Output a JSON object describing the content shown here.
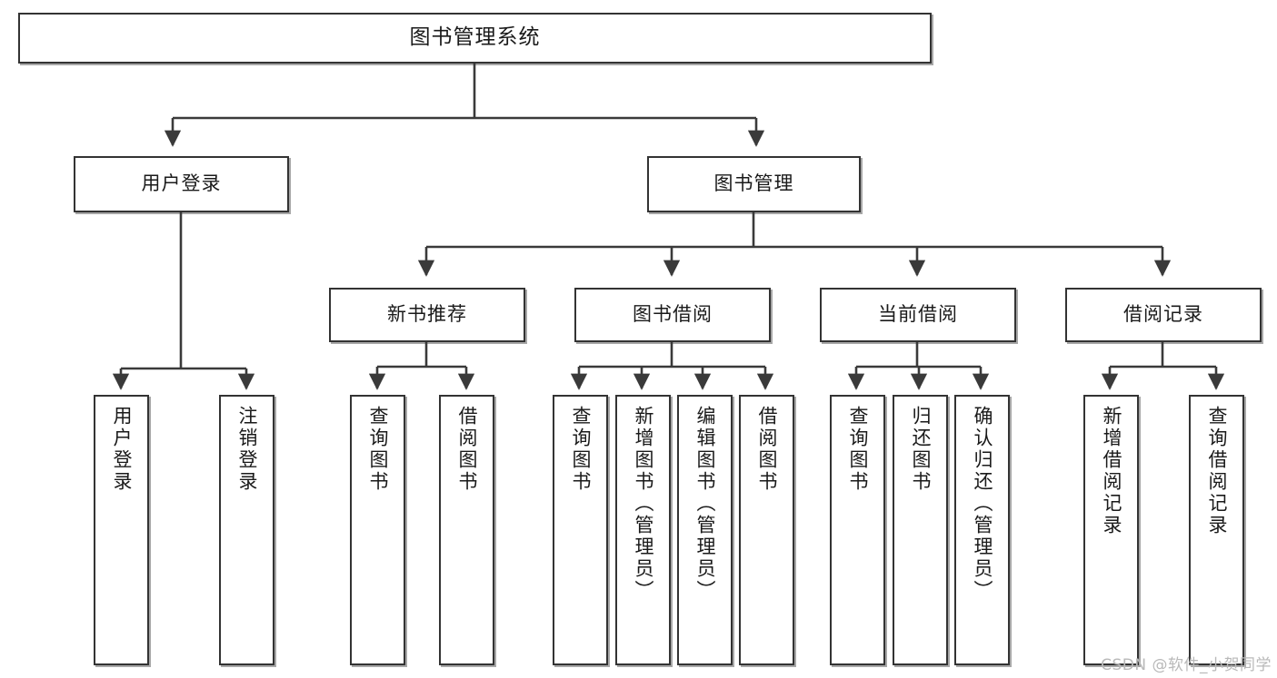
{
  "diagram": {
    "type": "hierarchy-flowchart",
    "title": "图书管理系统",
    "watermark": "CSDN @软件_小贺同学",
    "colors": {
      "box_border": "#333333",
      "box_fill": "#ffffff",
      "connector": "#3a3a3a",
      "text": "#1a1a1a",
      "watermark": "#b9b9b9"
    },
    "levels": {
      "level1": [
        "图书管理系统"
      ],
      "level2": [
        "用户登录",
        "图书管理"
      ],
      "level3": [
        "新书推荐",
        "图书借阅",
        "当前借阅",
        "借阅记录"
      ],
      "level4": [
        "用户登录",
        "注销登录",
        "查询图书",
        "借阅图书",
        "查询图书",
        "新增图书（管理员）",
        "编辑图书（管理员）",
        "借阅图书",
        "查询图书",
        "归还图书",
        "确认归还（管理员）",
        "新增借阅记录",
        "查询借阅记录"
      ]
    },
    "nodes": {
      "root": {
        "label": "图书管理系统"
      },
      "user_login": {
        "label": "用户登录"
      },
      "book_manage": {
        "label": "图书管理"
      },
      "new_book_rec": {
        "label": "新书推荐"
      },
      "book_borrow": {
        "label": "图书借阅"
      },
      "current_borrow": {
        "label": "当前借阅"
      },
      "borrow_record": {
        "label": "借阅记录"
      },
      "leaf_user_login": {
        "label": "用户登录"
      },
      "leaf_logout": {
        "label": "注销登录"
      },
      "leaf_query_book_1": {
        "label": "查询图书"
      },
      "leaf_borrow_book_1": {
        "label": "借阅图书"
      },
      "leaf_query_book_2": {
        "label": "查询图书"
      },
      "leaf_add_book": {
        "label": "新增图书（管理员）"
      },
      "leaf_edit_book": {
        "label": "编辑图书（管理员）"
      },
      "leaf_borrow_book_2": {
        "label": "借阅图书"
      },
      "leaf_query_book_3": {
        "label": "查询图书"
      },
      "leaf_return_book": {
        "label": "归还图书"
      },
      "leaf_confirm_return": {
        "label": "确认归还（管理员）"
      },
      "leaf_add_record": {
        "label": "新增借阅记录"
      },
      "leaf_query_record": {
        "label": "查询借阅记录"
      }
    },
    "edges": [
      {
        "from": "root",
        "to": "user_login"
      },
      {
        "from": "root",
        "to": "book_manage"
      },
      {
        "from": "user_login",
        "to": "leaf_user_login"
      },
      {
        "from": "user_login",
        "to": "leaf_logout"
      },
      {
        "from": "book_manage",
        "to": "new_book_rec"
      },
      {
        "from": "book_manage",
        "to": "book_borrow"
      },
      {
        "from": "book_manage",
        "to": "current_borrow"
      },
      {
        "from": "book_manage",
        "to": "borrow_record"
      },
      {
        "from": "new_book_rec",
        "to": "leaf_query_book_1"
      },
      {
        "from": "new_book_rec",
        "to": "leaf_borrow_book_1"
      },
      {
        "from": "book_borrow",
        "to": "leaf_query_book_2"
      },
      {
        "from": "book_borrow",
        "to": "leaf_add_book"
      },
      {
        "from": "book_borrow",
        "to": "leaf_edit_book"
      },
      {
        "from": "book_borrow",
        "to": "leaf_borrow_book_2"
      },
      {
        "from": "current_borrow",
        "to": "leaf_query_book_3"
      },
      {
        "from": "current_borrow",
        "to": "leaf_return_book"
      },
      {
        "from": "current_borrow",
        "to": "leaf_confirm_return"
      },
      {
        "from": "borrow_record",
        "to": "leaf_add_record"
      },
      {
        "from": "borrow_record",
        "to": "leaf_query_record"
      }
    ]
  }
}
